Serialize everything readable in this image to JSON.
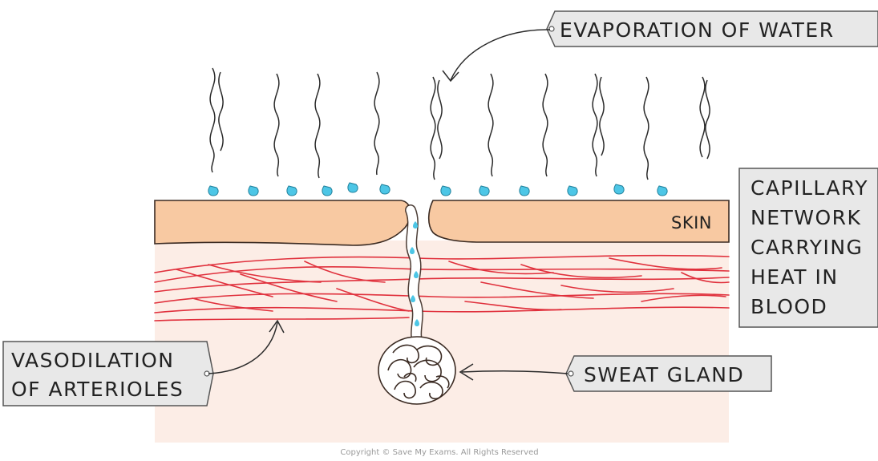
{
  "labels": {
    "evaporation": "EVAPORATION OF WATER",
    "skin": "SKIN",
    "capillary": [
      "CAPILLARY",
      "NETWORK",
      "CARRYING",
      "HEAT IN",
      "BLOOD"
    ],
    "vasodilation": [
      "VASODILATION",
      "OF ARTERIOLES"
    ],
    "sweat_gland": "SWEAT GLAND"
  },
  "copyright": "Copyright © Save My Exams. All Rights Reserved",
  "colors": {
    "skin": "#f8c9a2",
    "skin_outline": "#3a2a22",
    "tissue": "#fcede6",
    "vessel": "#e0303c",
    "droplet": "#4dc6e6",
    "label_box": "#e8e8e8",
    "label_border": "#555555"
  }
}
